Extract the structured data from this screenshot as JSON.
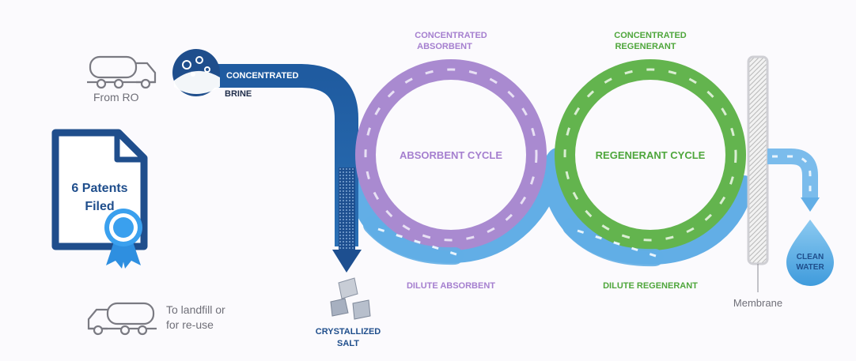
{
  "labels": {
    "from_ro": "From RO",
    "brine_line1": "CONCENTRATED",
    "brine_line2": "BRINE",
    "patents_line1": "6 Patents",
    "patents_line2": "Filed",
    "landfill_line1": "To landfill or",
    "landfill_line2": "for re-use",
    "conc_absorbent_line1": "CONCENTRATED",
    "conc_absorbent_line2": "ABSORBENT",
    "absorbent_cycle": "ABSORBENT CYCLE",
    "dilute_absorbent": "DILUTE ABSORBENT",
    "conc_regenerant_line1": "CONCENTRATED",
    "conc_regenerant_line2": "REGENERANT",
    "regenerant_cycle": "REGENERANT CYCLE",
    "dilute_regenerant": "DILUTE REGENERANT",
    "crystallized_line1": "CRYSTALLIZED",
    "crystallized_line2": "SALT",
    "membrane": "Membrane",
    "clean_line1": "CLEAN",
    "clean_line2": "WATER"
  },
  "icons": {
    "truck_top": "tanker-truck-icon",
    "truck_bottom": "tanker-truck-icon",
    "brine_badge": "brine-molecule-icon",
    "patent_doc": "patent-document-icon",
    "ribbon": "award-ribbon-icon",
    "salt": "salt-crystal-icon",
    "drop": "water-drop-icon"
  },
  "colors": {
    "navy": "#1f4e8c",
    "blue": "#2f73b8",
    "light_blue": "#62aee6",
    "purple": "#a98ad0",
    "purple_text": "#a57fcf",
    "green": "#63b44e",
    "green_text": "#4ea63b",
    "gray": "#6f6f78"
  }
}
